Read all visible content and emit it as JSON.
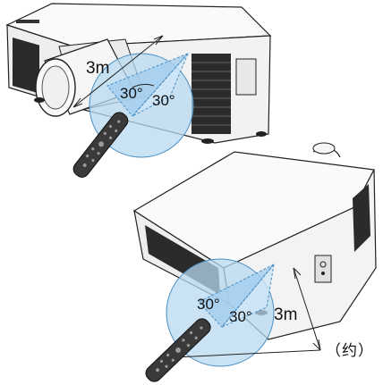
{
  "top": {
    "distance": "3m",
    "angle_left": "30°",
    "angle_right": "30°"
  },
  "bottom": {
    "distance": "3m",
    "angle_left": "30°",
    "angle_right": "30°"
  },
  "note": "（约）",
  "colors": {
    "beam": "#b7d9f2",
    "beam_edge": "#4a8fc4",
    "projector_body": "#f4f4f4",
    "outline": "#222222",
    "vent": "#2b2b2b",
    "remote": "#3a3a3a"
  }
}
